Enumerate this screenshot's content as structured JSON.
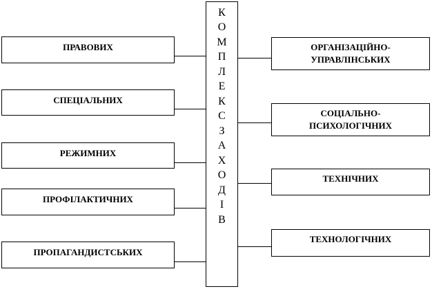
{
  "center": {
    "letters": [
      "К",
      "О",
      "М",
      "П",
      "Л",
      "Е",
      "К",
      "С",
      "З",
      "А",
      "Х",
      "О",
      "Д",
      "І",
      "В"
    ]
  },
  "left_boxes": [
    {
      "label": "ПРАВОВИХ"
    },
    {
      "label": "СПЕЦІАЛЬНИХ"
    },
    {
      "label": "РЕЖИМНИХ"
    },
    {
      "label": "ПРОФІЛАКТИЧНИХ"
    },
    {
      "label": "ПРОПАГАНДИСТСЬКИХ"
    }
  ],
  "right_boxes": [
    {
      "line1": "ОРГАНІЗАЦІЙНО-",
      "line2": "УПРАВЛІНСЬКИХ"
    },
    {
      "line1": "СОЦІАЛЬНО-",
      "line2": "ПСИХОЛОГІЧНИХ"
    },
    {
      "label": "ТЕХНІЧНИХ"
    },
    {
      "label": "ТЕХНОЛОГІЧНИХ"
    }
  ]
}
